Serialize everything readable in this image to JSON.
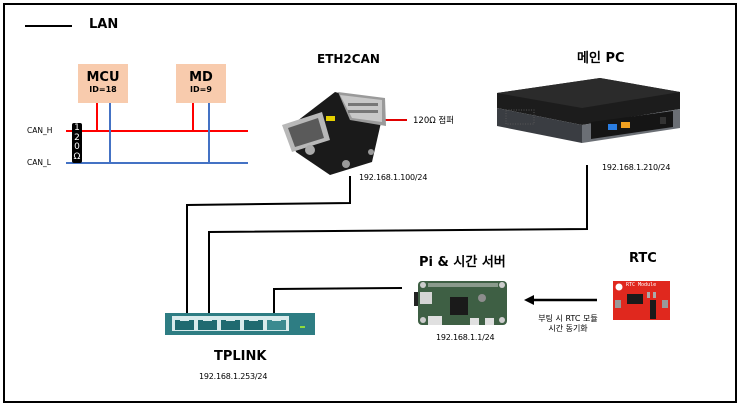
{
  "legend": {
    "line_label": "LAN"
  },
  "can_bus": {
    "high_label": "CAN_H",
    "low_label": "CAN_L",
    "terminator_chars": [
      "1",
      "2",
      "0",
      "Ω"
    ],
    "high_color": "#ff0000",
    "low_color": "#4472c4",
    "nodes": [
      {
        "name": "MCU",
        "id": "ID=18"
      },
      {
        "name": "MD",
        "id": "ID=9"
      }
    ],
    "node_fill": "#f8cbad"
  },
  "devices": {
    "eth2can": {
      "title": "ETH2CAN",
      "ip": "192.168.1.100/24",
      "jumper_label": "120Ω 점퍼"
    },
    "main_pc": {
      "title": "메인 PC",
      "ip": "192.168.1.210/24"
    },
    "switch": {
      "title": "TPLINK",
      "ip": "192.168.1.253/24",
      "color": "#2e7d83"
    },
    "pi": {
      "title": "Pi & 시간 서버",
      "ip": "192.168.1.1/24"
    },
    "rtc": {
      "title": "RTC",
      "board_text": "RTC Module",
      "color": "#e0281e"
    }
  },
  "sync_caption": {
    "line1": "부팅 시 RTC 모듈",
    "line2": "시간  동기화"
  }
}
